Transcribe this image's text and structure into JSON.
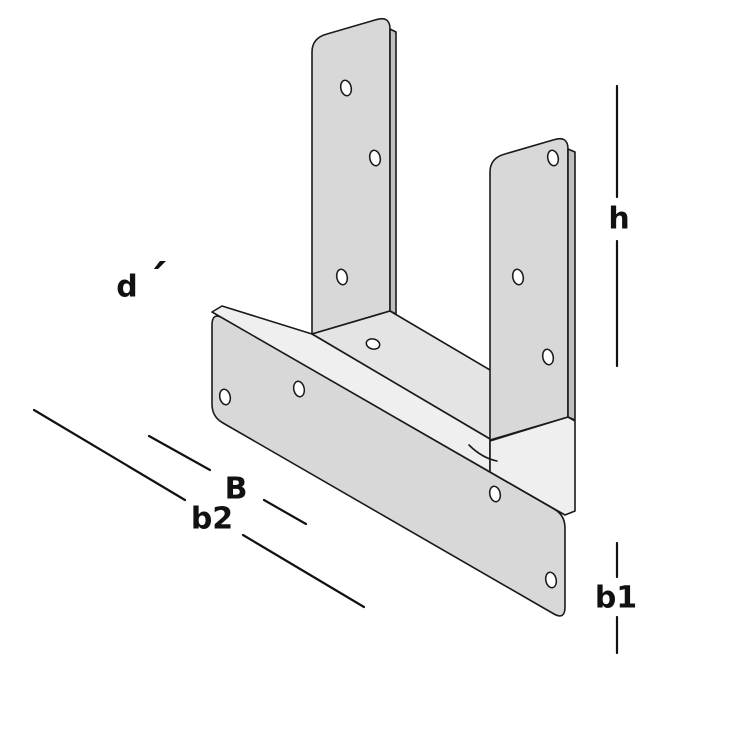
{
  "drawing": {
    "subject": "U-shaped post support bracket with elongated base plate, isometric technical illustration",
    "metal_color": "#d8d8d8",
    "outline_color": "#1a1a1a",
    "background_color": "#ffffff",
    "hole_count": 11
  },
  "dimensions": {
    "h": "h",
    "b1": "b1",
    "B": "B",
    "b2": "b2",
    "d": "d",
    "d_tick": "´"
  }
}
